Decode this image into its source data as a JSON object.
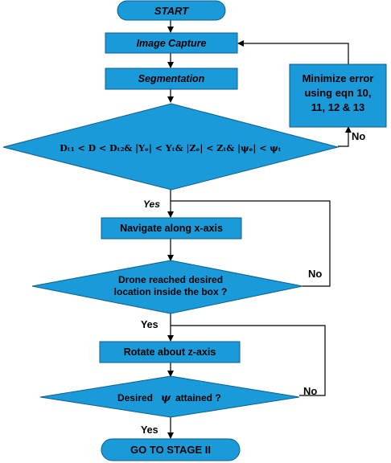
{
  "nodes": {
    "start": "START",
    "image_capture": "Image Capture",
    "segmentation": "Segmentation",
    "condition": "Dₜ₁ < D < Dₜ₂& |Yₑ| < Yₜ& |Zₑ| < Zₜ& |ψₑ| < ψₜ",
    "minimize_line1": "Minimize error",
    "minimize_line2": "using eqn 10,",
    "minimize_line3": "11, 12 & 13",
    "navigate": "Navigate along x-axis",
    "drone_q_line1": "Drone reached desired",
    "drone_q_line2": "location inside the box ?",
    "rotate": "Rotate about z-axis",
    "desired_psi_pre": "Desired",
    "desired_psi_sym": "ψ",
    "desired_psi_post": "attained ?",
    "go_stage2": "GO TO STAGE II"
  },
  "edges": {
    "no1": "No",
    "yes1": "Yes",
    "no2": "No",
    "yes2": "Yes",
    "no3": "No",
    "yes3": "Yes"
  },
  "colors": {
    "shape_fill": "#1a9ad9",
    "shape_stroke": "#0d5f8c"
  }
}
